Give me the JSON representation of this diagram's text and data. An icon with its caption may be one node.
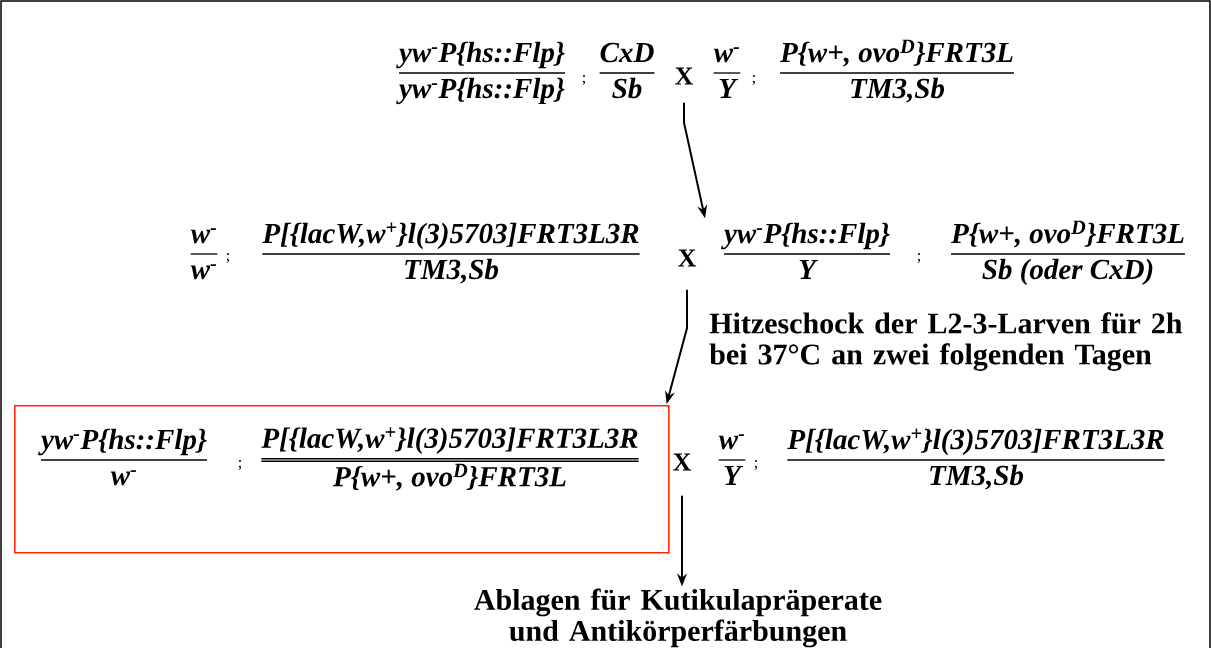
{
  "diagram": {
    "nodes": [
      {
        "text": [
          "yw$^{-}$P{hs::Flp}",
          "yw$^{-}$P{hs::Flp}",
          ";",
          "CxD",
          "Sb",
          "X",
          "w$^{-}$",
          "Y",
          ";",
          "P{w+, ovo$^{D}$}FRT3L",
          "TM3,Sb"
        ]
      },
      {
        "text": [
          "w$^{-}$",
          "w$^{-}$",
          ";",
          "P[{lacW,w$^{+}$}l(3)5703]FRT3L3R",
          "TM3,Sb",
          "X",
          "yw$^{-}$P{hs::Flp}",
          "Y",
          ";",
          "P{w+, ovo$^{D}$}FRT3L",
          "Sb (oder CxD)"
        ]
      },
      {
        "text": [
          "yw$^{-}$P{hs::Flp}",
          "w$^{-}$",
          ";",
          "P[{lacW,w$^{+}$}l(3)5703]FRT3L3R",
          "P{w+, ovo$^{D}$}FRT3L"
        ]
      },
      {
        "text": [
          "X",
          "w$^{-}$",
          "Y",
          ";",
          "P[{lacW,w$^{+}$}l(3)5703]FRT3L3R",
          "TM3,Sb"
        ]
      },
      {
        "text": [
          "Ablagen für Kutikulapräperate und Antikörperfärbungen"
        ]
      }
    ],
    "edges": [
      {
        "from": 0,
        "to": 1,
        "arrow": "to"
      },
      {
        "from": 1,
        "to": 2,
        "arrow": "to",
        "label": "Hitzeschock der L2-3-Larven für 2h bei 37°C an zwei folgenden Tagen"
      },
      {
        "from": 3,
        "to": 4,
        "arrow": "to"
      }
    ]
  }
}
